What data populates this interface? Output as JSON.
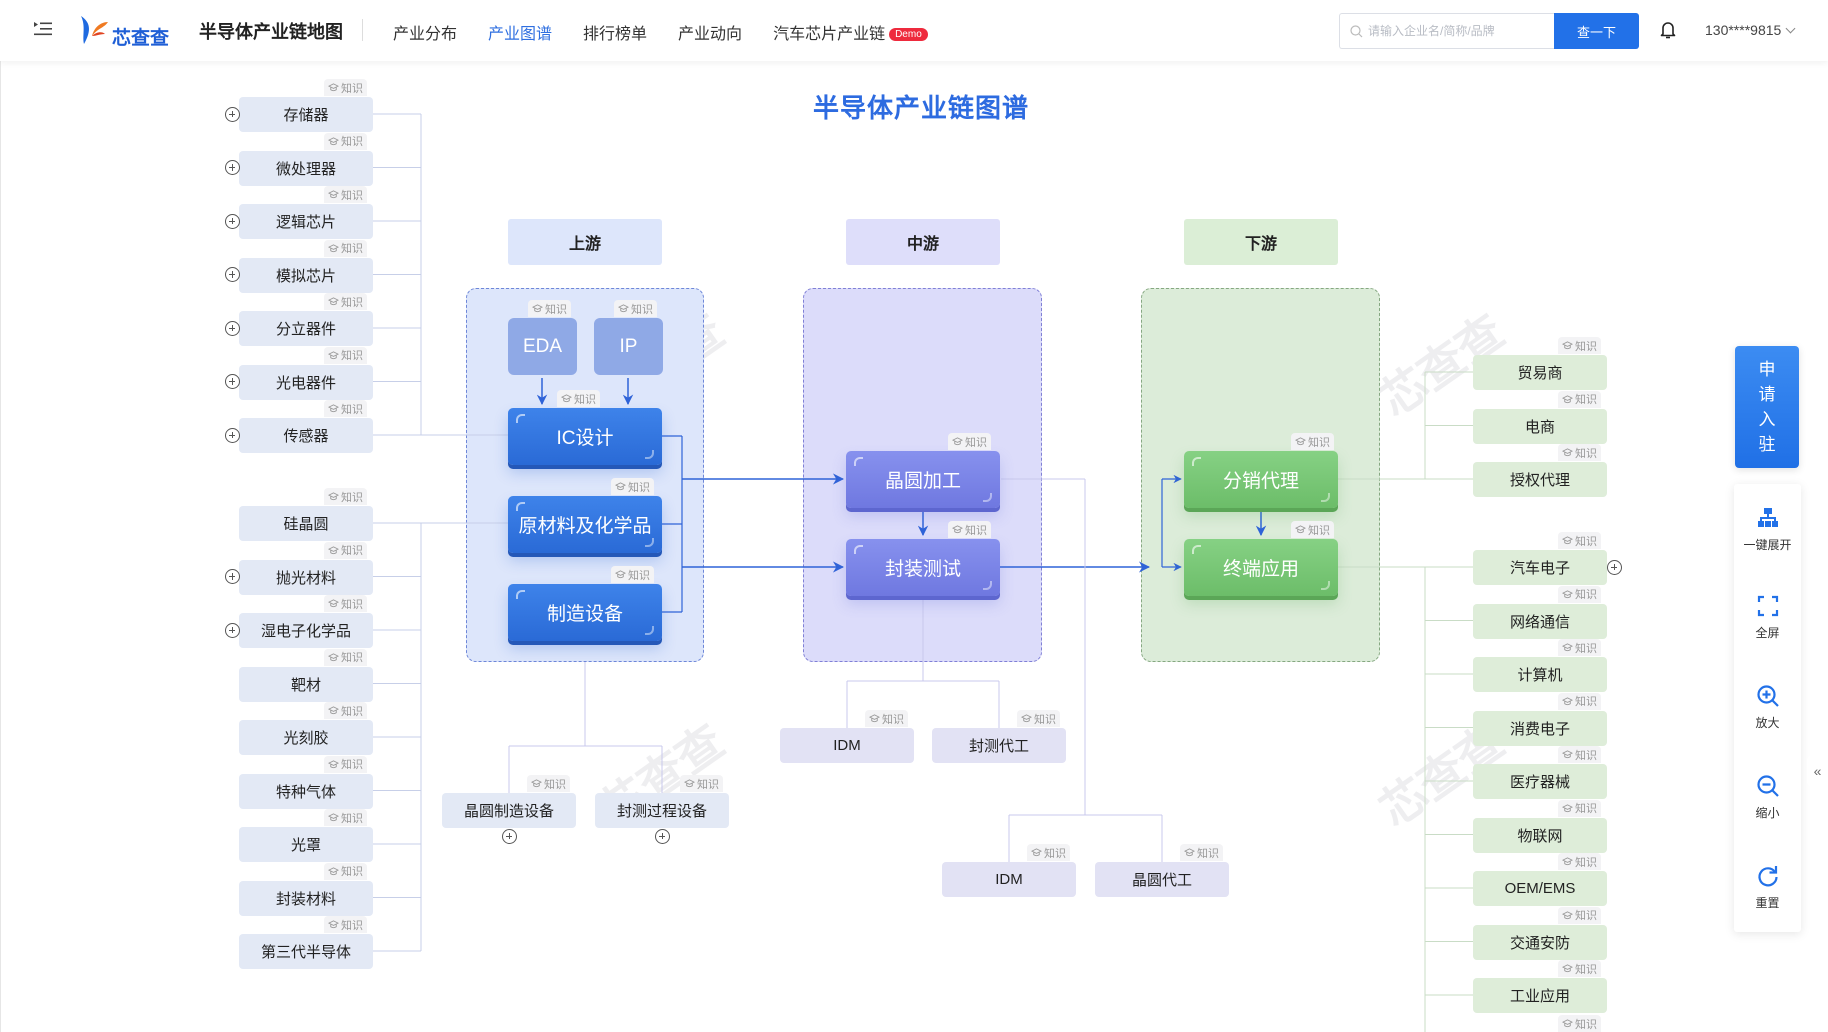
{
  "topbar": {
    "logo_text": "芯查查",
    "app_title": "半导体产业链地图",
    "nav": [
      {
        "label": "产业分布",
        "active": false
      },
      {
        "label": "产业图谱",
        "active": true
      },
      {
        "label": "排行榜单",
        "active": false
      },
      {
        "label": "产业动向",
        "active": false
      },
      {
        "label": "汽车芯片产业链",
        "active": false,
        "badge": "Demo"
      }
    ],
    "search_placeholder": "请输入企业名/简称/品牌",
    "search_value": "",
    "search_button": "查一下",
    "user": "130****9815"
  },
  "diagram": {
    "title": "半导体产业链图谱",
    "watermark": "芯查查",
    "knowledge_label": "知识",
    "stages": {
      "upstream": {
        "label": "上游",
        "sub_nodes": [
          "EDA",
          "IP"
        ],
        "core_nodes": [
          "IC设计",
          "原材料及化学品",
          "制造设备"
        ]
      },
      "midstream": {
        "label": "中游",
        "core_nodes": [
          "晶圆加工",
          "封装测试"
        ]
      },
      "downstream": {
        "label": "下游",
        "core_nodes": [
          "分销代理",
          "终端应用"
        ]
      }
    },
    "ic_design_children": [
      "存储器",
      "微处理器",
      "逻辑芯片",
      "模拟芯片",
      "分立器件",
      "光电器件",
      "传感器"
    ],
    "materials_children": [
      "硅晶圆",
      "抛光材料",
      "湿电子化学品",
      "靶材",
      "光刻胶",
      "特种气体",
      "光罩",
      "封装材料",
      "第三代半导体"
    ],
    "materials_expandable": [
      false,
      true,
      true,
      false,
      false,
      false,
      false,
      false,
      false
    ],
    "equipment_children": [
      "晶圆制造设备",
      "封测过程设备"
    ],
    "packaging_children": [
      "IDM",
      "封测代工"
    ],
    "wafer_children": [
      "IDM",
      "晶圆代工"
    ],
    "distribution_children": [
      "贸易商",
      "电商",
      "授权代理"
    ],
    "terminal_children": [
      "汽车电子",
      "网络通信",
      "计算机",
      "消费电子",
      "医疗器械",
      "物联网",
      "OEM/EMS",
      "交通安防",
      "工业应用"
    ]
  },
  "sidebar": {
    "cta": "申请入驻",
    "tools": [
      {
        "icon": "tree-expand-icon",
        "label": "一键展开"
      },
      {
        "icon": "fullscreen-icon",
        "label": "全屏"
      },
      {
        "icon": "zoom-in-icon",
        "label": "放大"
      },
      {
        "icon": "zoom-out-icon",
        "label": "缩小"
      },
      {
        "icon": "reset-icon",
        "label": "重置"
      }
    ],
    "collapse": "«"
  },
  "colors": {
    "accent": "#2271e8",
    "upstream": "#2f6fe0",
    "midstream": "#7a82e6",
    "downstream": "#74c472",
    "demo_badge": "#ee2a3d"
  }
}
